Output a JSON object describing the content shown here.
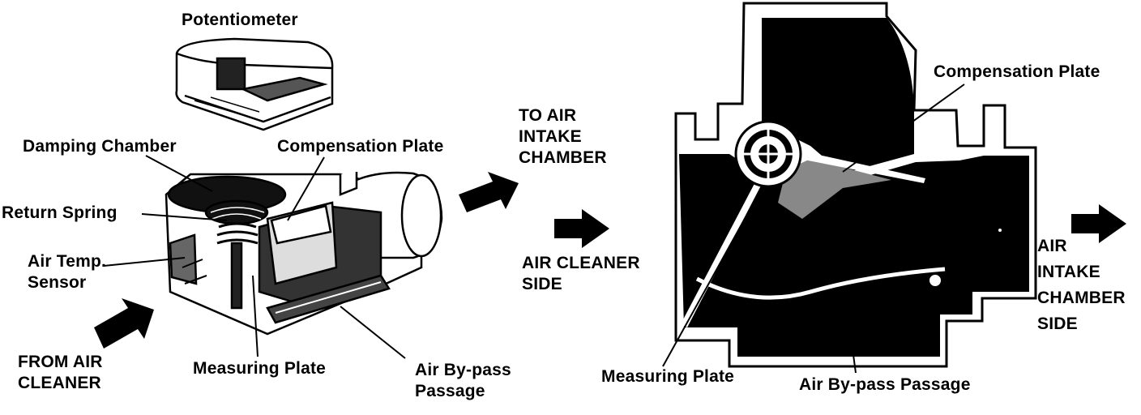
{
  "labels": {
    "potentiometer": "Potentiometer",
    "damping_chamber": "Damping Chamber",
    "compensation_plate_left": "Compensation Plate",
    "return_spring": "Return Spring",
    "air_temp_sensor": [
      "Air Temp.",
      "Sensor"
    ],
    "from_air_cleaner": [
      "FROM AIR",
      "CLEANER"
    ],
    "measuring_plate_left": "Measuring Plate",
    "air_bypass_left": [
      "Air By-pass",
      "Passage"
    ],
    "to_air_intake_chamber": [
      "TO AIR",
      "INTAKE",
      "CHAMBER"
    ],
    "air_cleaner_side": [
      "AIR CLEANER",
      "SIDE"
    ],
    "compensation_plate_right": "Compensation Plate",
    "air_intake_chamber_side": [
      "AIR",
      "INTAKE",
      "CHAMBER",
      "SIDE"
    ],
    "measuring_plate_right": "Measuring Plate",
    "air_bypass_right": "Air By-pass Passage"
  },
  "colors": {
    "ink": "#000000",
    "paper": "#ffffff"
  }
}
